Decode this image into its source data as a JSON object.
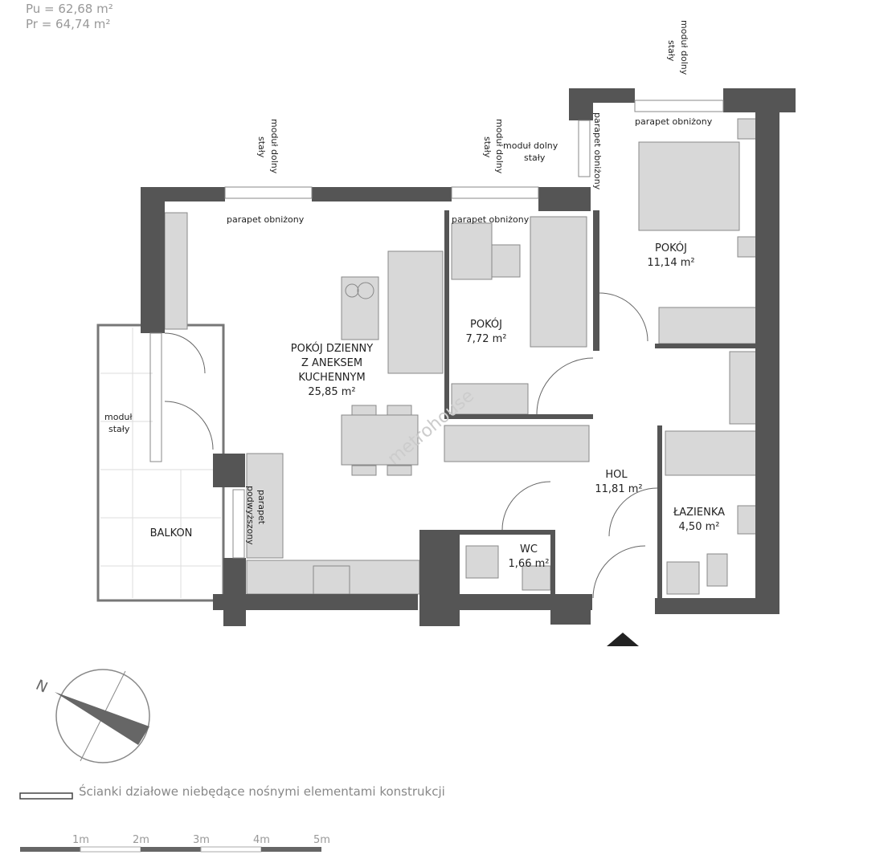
{
  "areas": {
    "pu": "Pu = 62,68 m²",
    "pr": "Pr = 64,74 m²"
  },
  "rooms": [
    {
      "name": "POKÓJ DZIENNY",
      "name2": "Z ANEKSEM",
      "name3": "KUCHENNYM",
      "area": "25,85 m²"
    },
    {
      "name": "POKÓJ",
      "area": "7,72 m²"
    },
    {
      "name": "POKÓJ",
      "area": "11,14 m²"
    },
    {
      "name": "HOL",
      "area": "11,81 m²"
    },
    {
      "name": "ŁAZIENKA",
      "area": "4,50 m²"
    },
    {
      "name": "WC",
      "area": "1,66 m²"
    },
    {
      "name": "BALKON"
    }
  ],
  "annotations": {
    "parapet": "parapet obniżony",
    "modul_dolny": "moduł dolny",
    "staly": "stały",
    "modul": "moduł",
    "parapet_v": "parapet",
    "podwyzszony": "podwyższony",
    "watermark": "metrohouse"
  },
  "compass": {
    "label": "N"
  },
  "legend": {
    "text": "Ścianki działowe niebędące nośnymi elementami konstrukcji"
  },
  "scale": {
    "ticks": [
      "1m",
      "2m",
      "3m",
      "4m",
      "5m"
    ]
  },
  "colors": {
    "wall": "#555555",
    "furniture": "#d4d4d4",
    "text": "#222222"
  }
}
